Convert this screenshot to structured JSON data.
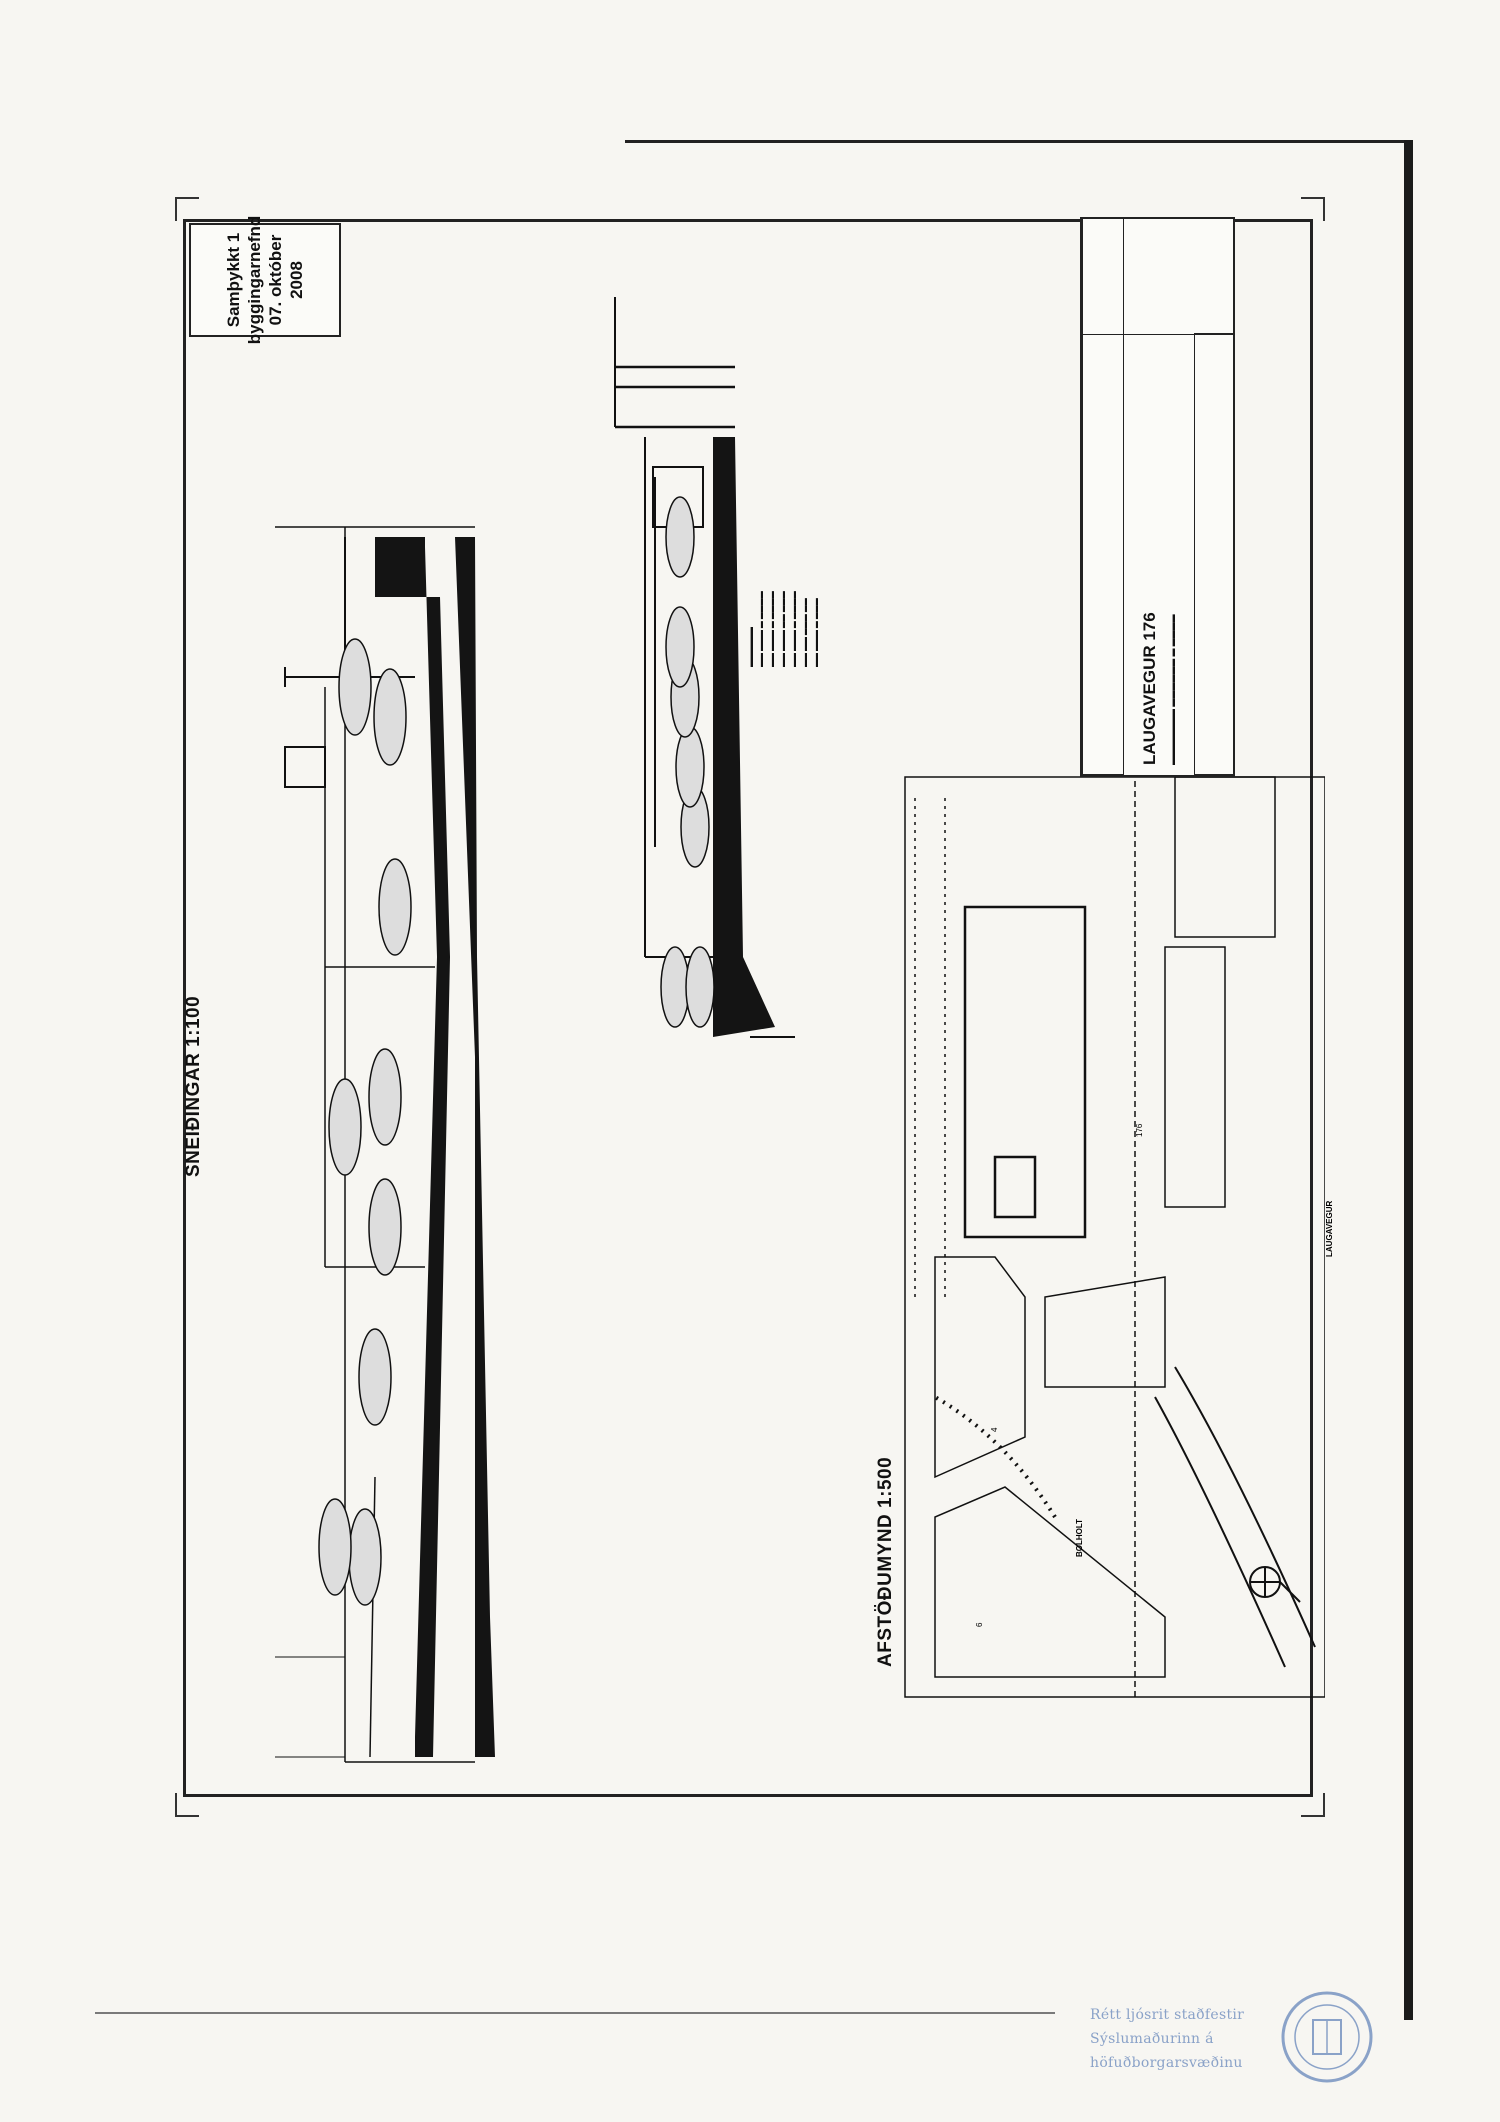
{
  "approval_stamp": {
    "line1": "Samþykkt 1",
    "line2": "byggingarnefnd",
    "line3": "07. október 2008"
  },
  "sections_title": "SNEIÐINGAR 1:100",
  "site_plan_title": "AFSTÖÐUMYND 1:500",
  "title_block": {
    "project": "LAUGAVEGUR 176"
  },
  "site_plan_labels": {
    "street_main": "LAUGAVEGUR",
    "street_side": "BOLHOLT",
    "lot_176": "176",
    "lot_4": "4",
    "lot_6": "6"
  },
  "certification": {
    "line1": "Rétt ljósrit staðfestir",
    "line2": "Sýslumaðurinn á",
    "line3": "höfuðborgarsvæðinu"
  },
  "colors": {
    "ink": "#111111",
    "paper": "#f7f6f2",
    "stamp_blue": "#8aa2c8"
  },
  "icons": [
    "north-arrow-icon",
    "car-symbol-icon",
    "official-seal-icon"
  ]
}
